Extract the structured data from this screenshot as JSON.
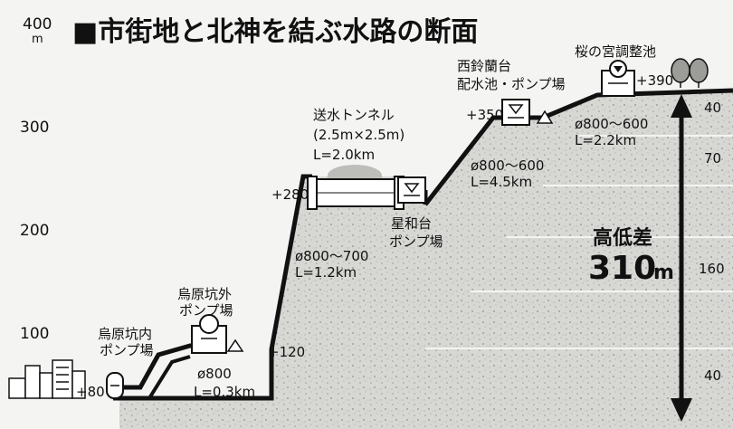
{
  "title": "■市街地と北神を結ぶ水路の断面",
  "axis": {
    "unit": "m",
    "ticks": [
      {
        "label": "400",
        "value": 400
      },
      {
        "label": "300",
        "value": 300
      },
      {
        "label": "200",
        "value": 200
      },
      {
        "label": "100",
        "value": 100
      }
    ]
  },
  "facilities": {
    "uchi": {
      "line1": "烏原坑内",
      "line2": "ポンプ場"
    },
    "soto": {
      "line1": "烏原坑外",
      "line2": "ポンプ場"
    },
    "tunnel": {
      "line1": "送水トンネル",
      "line2": "(2.5m×2.5m)",
      "line3": "L=2.0km"
    },
    "kazuwa": {
      "line1": "星和台",
      "line2": "ポンプ場"
    },
    "nishisuzu": {
      "line1": "西鈴蘭台",
      "line2": "配水池・ポンプ場"
    },
    "sakura": {
      "line1": "桜の宮調整池"
    }
  },
  "elevations": {
    "e80": "+80",
    "e120": "+120",
    "e280": "+280",
    "e350": "+350",
    "e390": "+390"
  },
  "pipes": {
    "p1": {
      "dia": "ø800",
      "len": "L=0.3km"
    },
    "p2": {
      "dia": "ø800～700",
      "len": "L=1.2km"
    },
    "p3": {
      "dia": "ø800～600",
      "len": "L=4.5km"
    },
    "p4": {
      "dia": "ø800～600",
      "len": "L=2.2km"
    }
  },
  "height_diff": {
    "label": "高低差",
    "value": "310",
    "unit": "m"
  },
  "right_scale": [
    "40",
    "70",
    "160",
    "40"
  ]
}
